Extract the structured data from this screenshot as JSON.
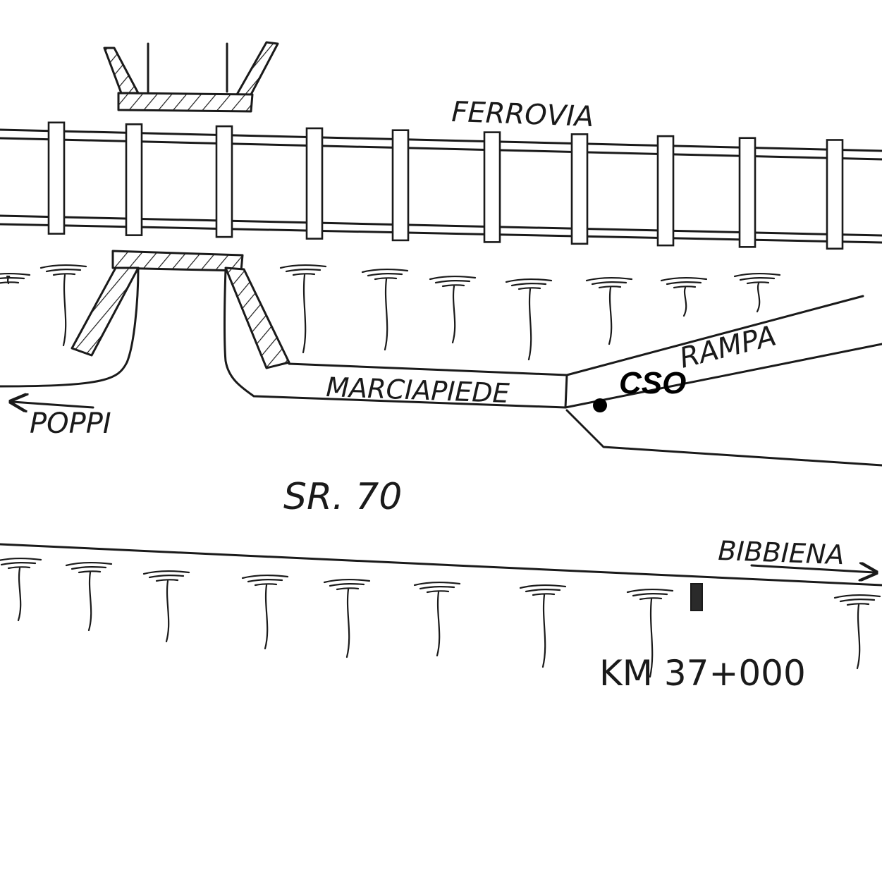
{
  "labels": {
    "railway": "FERROVIA",
    "sidewalk": "MARCIAPIEDE",
    "ramp": "RAMPA",
    "point": "CSO",
    "town_left": "POPPI",
    "road": "SR. 70",
    "town_right": "BIBBIENA",
    "kilometer": "KM 37+000"
  },
  "icons": {
    "point_marker": "filled-dot-icon",
    "arrow_left": "arrow-left-icon",
    "arrow_right": "arrow-right-icon",
    "km_post": "milestone-icon"
  },
  "colors": {
    "ink": "#1a1a1a",
    "paper": "#ffffff"
  }
}
